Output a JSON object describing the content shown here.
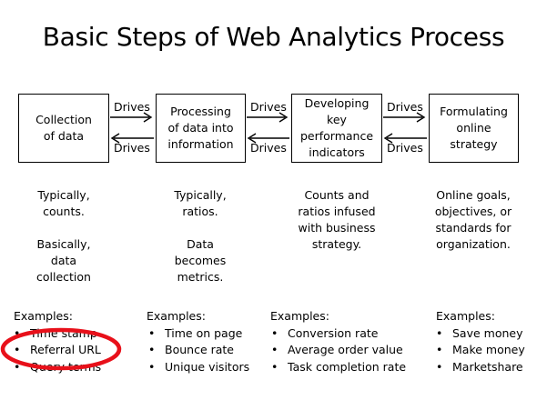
{
  "title": "Basic Steps of Web Analytics Process",
  "steps": [
    {
      "label": "Collection\nof data"
    },
    {
      "label": "Processing\nof data into\ninformation"
    },
    {
      "label": "Developing\nkey\nperformance\nindicators"
    },
    {
      "label": "Formulating\nonline\nstrategy"
    }
  ],
  "connector": {
    "forward": "Drives",
    "backward": "Drives"
  },
  "descriptions": [
    "Typically,\ncounts.\n\nBasically,\ndata\ncollection",
    "Typically,\nratios.\n\nData\nbecomes\nmetrics.",
    "Counts and\nratios infused\nwith business\nstrategy.",
    "Online goals,\nobjectives, or\nstandards for\norganization."
  ],
  "examples": [
    {
      "heading": "Examples:",
      "items": [
        "Time stamp",
        "Referral URL",
        "Query terms"
      ]
    },
    {
      "heading": "Examples:",
      "items": [
        "Time on page",
        "Bounce rate",
        "Unique visitors"
      ]
    },
    {
      "heading": "Examples:",
      "items": [
        "Conversion rate",
        "Average order value",
        "Task completion rate"
      ]
    },
    {
      "heading": "Examples:",
      "items": [
        "Save money",
        "Make money",
        "Marketshare"
      ]
    }
  ],
  "highlight": {
    "color": "#e8101a"
  }
}
